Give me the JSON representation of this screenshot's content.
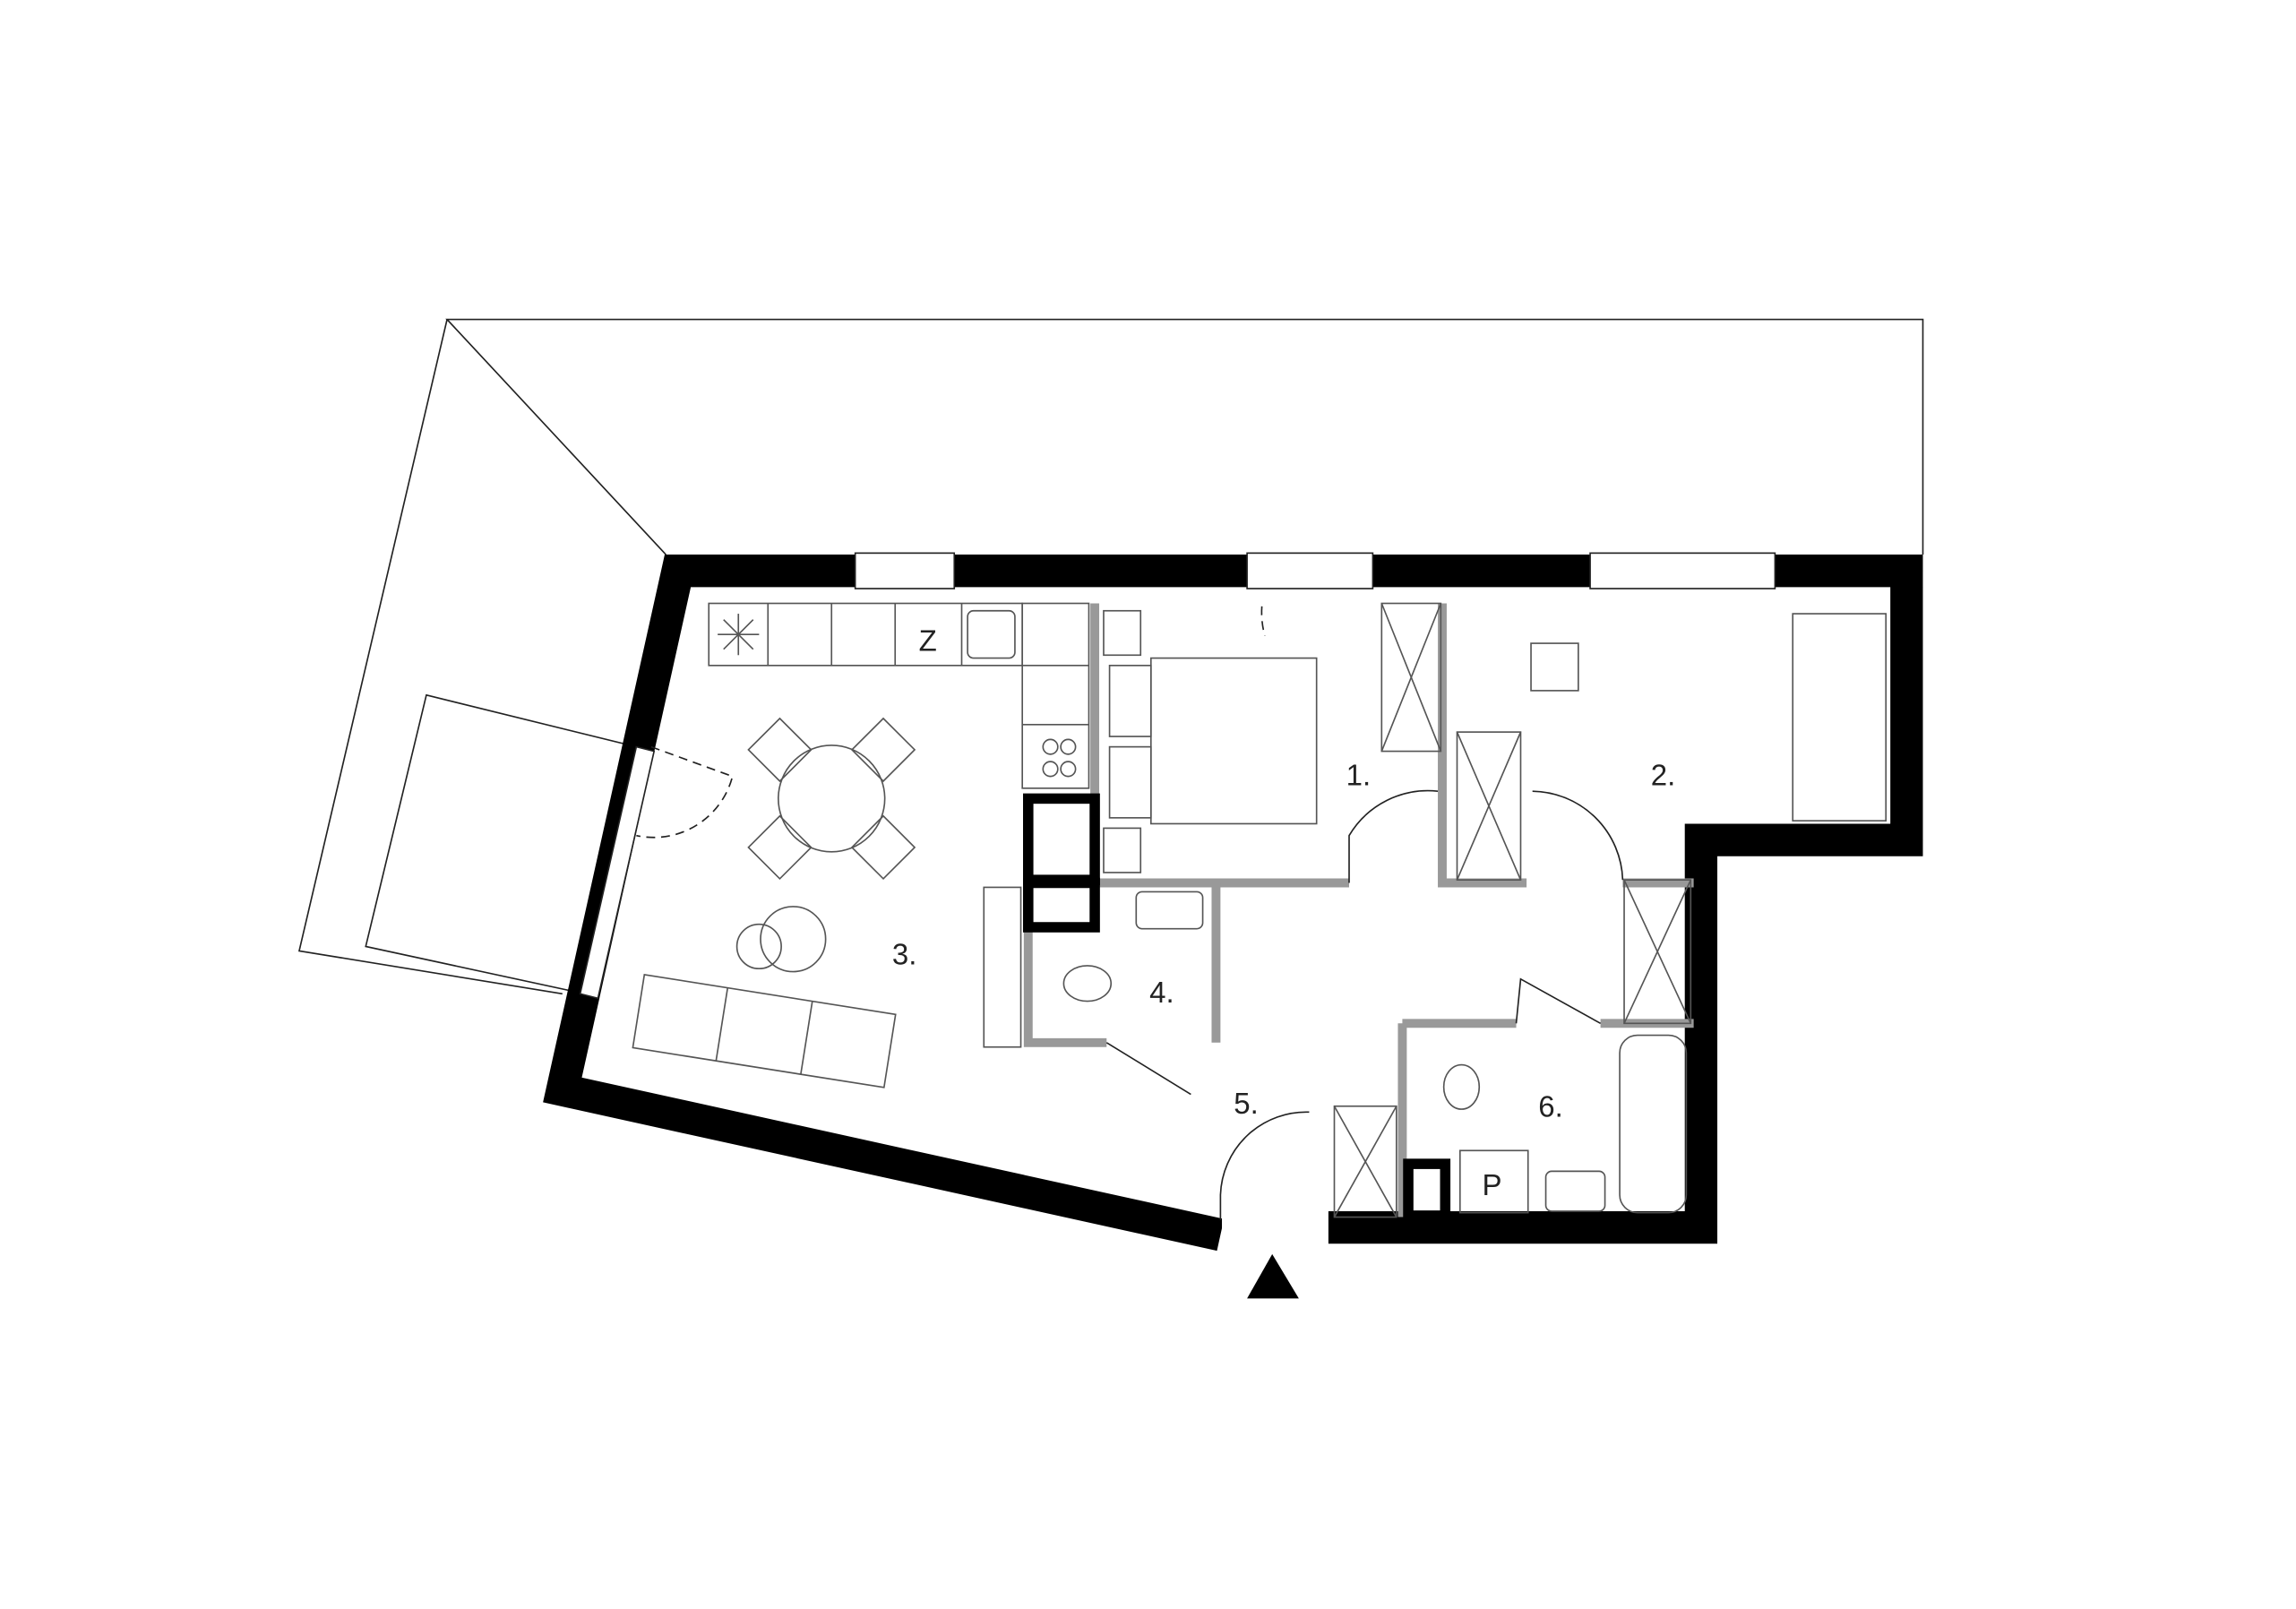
{
  "rooms": [
    {
      "label": "1."
    },
    {
      "label": "2."
    },
    {
      "label": "3."
    },
    {
      "label": "4."
    },
    {
      "label": "5."
    },
    {
      "label": "6."
    }
  ],
  "markers": {
    "fridge": "Z",
    "washer": "P"
  },
  "entrance_icon": "entrance-triangle-icon"
}
